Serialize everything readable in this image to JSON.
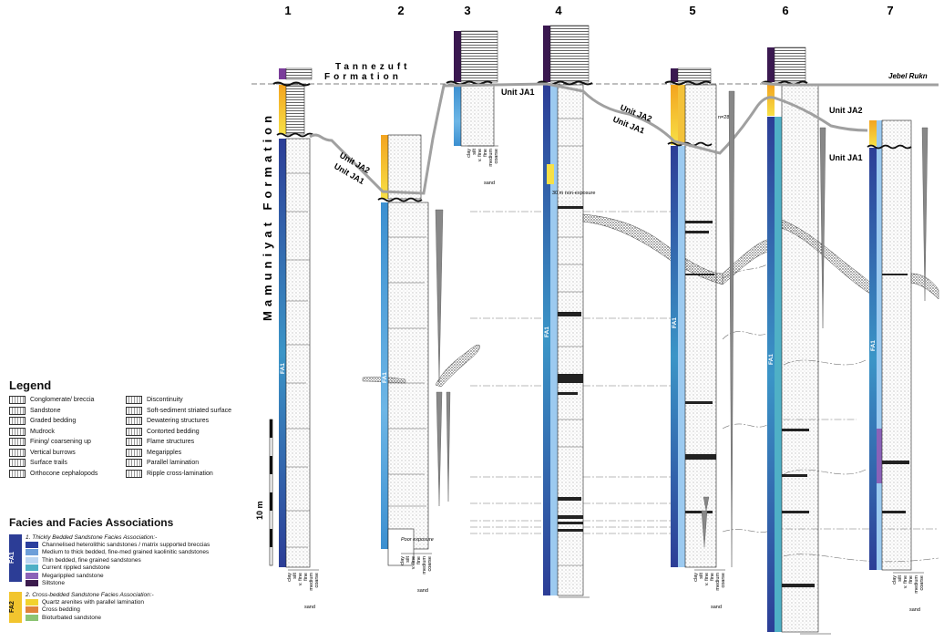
{
  "columns": [
    {
      "id": "1",
      "label": "1"
    },
    {
      "id": "2",
      "label": "2"
    },
    {
      "id": "3",
      "label": "3"
    },
    {
      "id": "4",
      "label": "4"
    },
    {
      "id": "5",
      "label": "5"
    },
    {
      "id": "6",
      "label": "6"
    },
    {
      "id": "7",
      "label": "7"
    }
  ],
  "formations": {
    "tannezuft_line1": "Tannezuft",
    "tannezuft_line2": "Formation",
    "mamuniyat": "Mamuniyat Formation",
    "jebel_rukn": "Jebel Rukn"
  },
  "units": {
    "ja1": "Unit JA1",
    "ja2": "Unit JA2"
  },
  "annotations": {
    "fa1": "FA1",
    "non_exposure": "30 m non-exposure",
    "poor_exposure": "Poor exposure",
    "n_count": "n=28",
    "scale": "10 m"
  },
  "grain_scale": [
    "clay",
    "silt",
    "v. fine",
    "fine",
    "medium",
    "coarse"
  ],
  "grain_group": "sand",
  "legend": {
    "title": "Legend",
    "left": [
      "Conglomerate/ breccia",
      "Sandstone",
      "Graded bedding",
      "Mudrock",
      "Fining/ coarsening up",
      "Vertical burrows",
      "Surface trails",
      "Orthocone cephalopods"
    ],
    "right": [
      "Discontinuity",
      "Soft-sediment striated surface",
      "Dewatering structures",
      "Contorted bedding",
      "Flame structures",
      "Megaripples",
      "Parallel lamination",
      "Ripple cross-lamination"
    ]
  },
  "facies": {
    "title": "Facies and Facies Associations",
    "fa1": {
      "code": "FA1",
      "heading": "1. Thickly Bedded Sandstone Facies Association:-",
      "items": [
        {
          "label": "Channelised heterolithic sandstones / matrix supported breccias",
          "color": "#2b3f9e"
        },
        {
          "label": "Medium to thick bedded, fine-med grained kaolinitic sandstones",
          "color": "#6d9fd9"
        },
        {
          "label": "Thin bedded, fine grained sandstones",
          "color": "#bcd6f2"
        },
        {
          "label": "Current rippled sandstone",
          "color": "#4fb0c6"
        },
        {
          "label": "Megarippled sandstone",
          "color": "#8b62b8"
        },
        {
          "label": "Siltstone",
          "color": "#3b1b4d"
        }
      ]
    },
    "fa2": {
      "code": "FA2",
      "heading": "2. Cross-bedded Sandstone Facies Association:-",
      "items": [
        {
          "label": "Quartz arenites with parallel lamination",
          "color": "#f2d22e"
        },
        {
          "label": "Cross bedding",
          "color": "#e0823a"
        },
        {
          "label": "Bioturbated sandstone",
          "color": "#8cc474"
        }
      ]
    }
  },
  "colors": {
    "fa1_strip_top": "#2c3d96",
    "fa1_strip_mid": "#3b95c7",
    "fa2_strip": "#f2c52e",
    "tannezuft": "#3a1850",
    "correlation": "#a0a0a0"
  }
}
